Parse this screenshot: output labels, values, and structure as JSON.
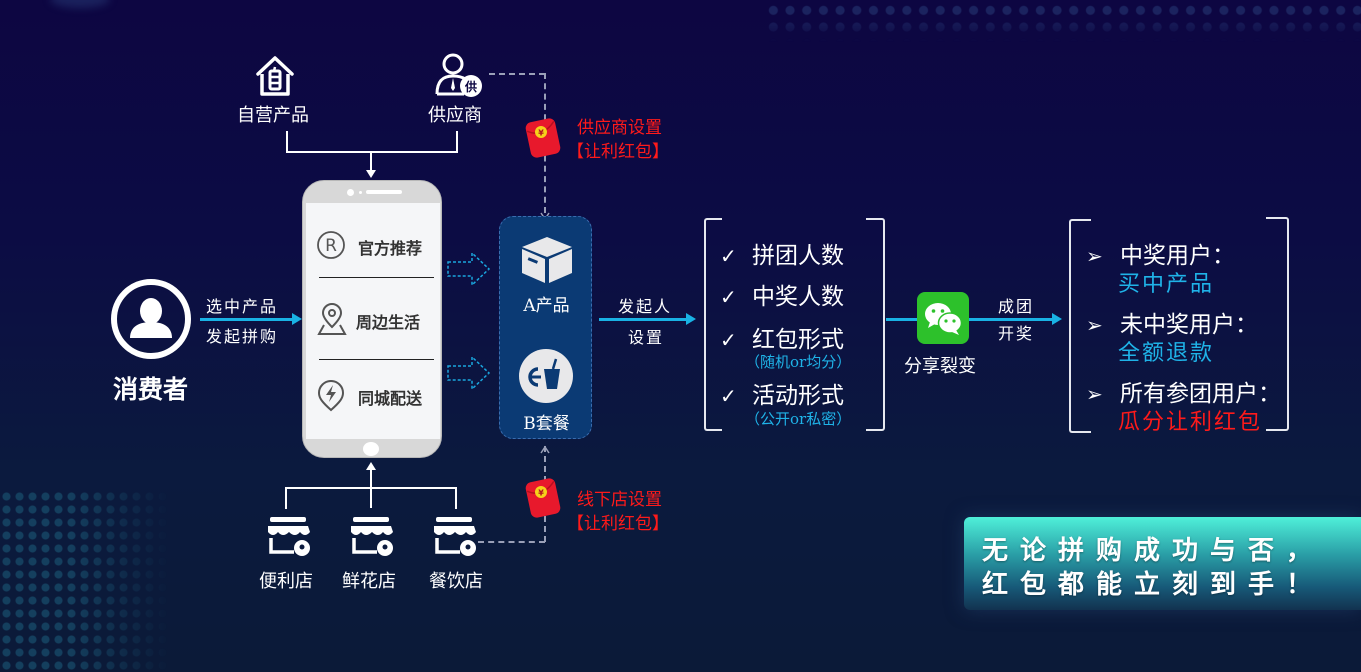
{
  "sources": {
    "self_products": "自营产品",
    "supplier": "供应商"
  },
  "supplier_setting": {
    "line1": "供应商设置",
    "line2": "【让利红包】"
  },
  "consumer": {
    "label": "消费者",
    "arrow_line1": "选中产品",
    "arrow_line2": "发起拼购"
  },
  "phone_menu": [
    {
      "icon": "registered-icon",
      "label": "官方推荐"
    },
    {
      "icon": "location-pin-icon",
      "label": "周边生活"
    },
    {
      "icon": "lightning-icon",
      "label": "同城配送"
    }
  ],
  "products": {
    "a_label": "A产品",
    "b_label": "B套餐"
  },
  "initiator_arrow": {
    "line1": "发起人",
    "line2": "设置"
  },
  "settings": [
    {
      "label": "拼团人数",
      "sub": ""
    },
    {
      "label": "中奖人数",
      "sub": ""
    },
    {
      "label": "红包形式",
      "sub": "（随机or均分）"
    },
    {
      "label": "活动形式",
      "sub": "（公开or私密）"
    }
  ],
  "share": {
    "label": "分享裂变",
    "arrow_line1": "成团",
    "arrow_line2": "开奖"
  },
  "results": [
    {
      "label": "中奖用户：",
      "sub": "买中产品",
      "sub_color": "#1fb3e8"
    },
    {
      "label": "未中奖用户：",
      "sub": "全额退款",
      "sub_color": "#1fb3e8"
    },
    {
      "label": "所有参团用户：",
      "sub": "瓜分让利红包",
      "sub_color": "#ff1a1a"
    }
  ],
  "stores": [
    {
      "label": "便利店"
    },
    {
      "label": "鲜花店"
    },
    {
      "label": "餐饮店"
    }
  ],
  "store_setting": {
    "line1": "线下店设置",
    "line2": "【让利红包】"
  },
  "banner": {
    "line1": "无论拼购成功与否，",
    "line2": "红包都能立刻到手！"
  },
  "colors": {
    "accent_cyan": "#19b2e4",
    "red_text": "#ff1a1a",
    "panel_blue": "#0b3a74",
    "wechat_green": "#2dc12b"
  }
}
